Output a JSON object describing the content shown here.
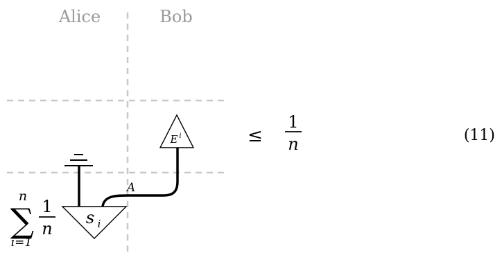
{
  "parties": {
    "left": "Alice",
    "right": "Bob"
  },
  "diagram": {
    "sum_symbol": "∑",
    "sum_upper": "n",
    "sum_lower": "i=1",
    "coef_numerator": "1",
    "coef_denominator": "n",
    "state_label_base": "s",
    "state_label_sub": "i",
    "effect_label_base": "E",
    "effect_label_sup": "i",
    "wire_label": "A"
  },
  "relation": {
    "symbol": "≤",
    "numerator": "1",
    "denominator": "n"
  },
  "equation_number": "(11)",
  "colors": {
    "party_label": "#9a9a9a",
    "divider": "#c8c8c8",
    "ink": "#000000"
  }
}
